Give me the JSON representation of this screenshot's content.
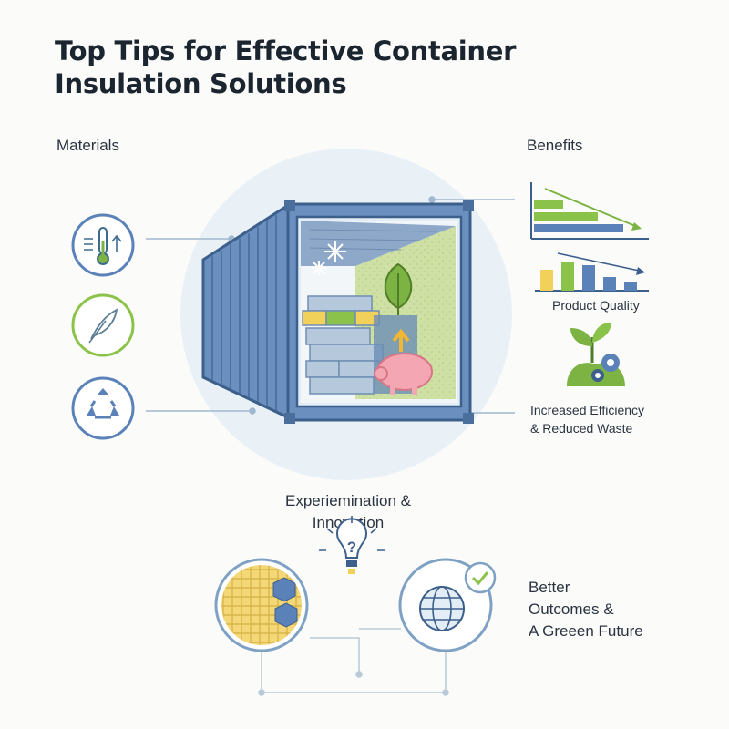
{
  "title": "Top Tips for Effective Container Insulation Solutions",
  "sections": {
    "materials": "Materials",
    "benefits": "Benefits"
  },
  "benefit_labels": {
    "product_quality": "Product Quality",
    "efficiency_line1": "Increased Efficiency",
    "efficiency_line2": "& Reduced Waste"
  },
  "experimentation": {
    "line1": "Experiemination &",
    "line2": "Innovation"
  },
  "outcomes": {
    "line1": "Better",
    "line2": "Outcomes &",
    "line3": "A Greeen Future"
  },
  "colors": {
    "blue": "#5b82b8",
    "green": "#8bc34a",
    "yellow": "#f2d15b",
    "line": "#9fb8cf"
  },
  "icons": [
    "thermometer-icon",
    "feather-icon",
    "recycle-icon",
    "snowflake-icon",
    "leaf-icon",
    "piggy-bank-icon",
    "sprout-gear-icon",
    "lightbulb-question-icon",
    "globe-icon",
    "check-icon"
  ]
}
